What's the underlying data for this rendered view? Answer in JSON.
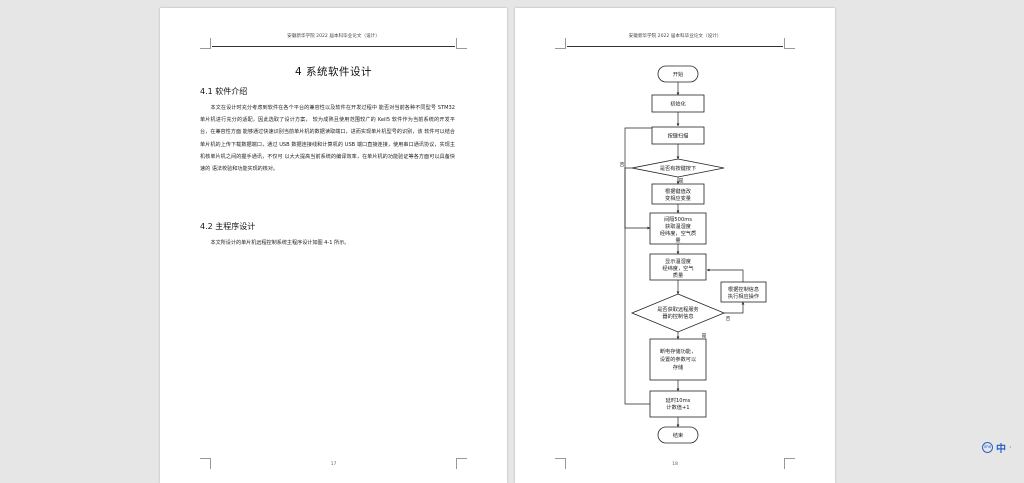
{
  "pages": [
    {
      "header": "安徽新华学院 2022 届本科毕业论文（设计）",
      "chapter_title": "4 系统软件设计",
      "sections": [
        {
          "title": "4.1 软件介绍",
          "lines": [
            "本文在设计时充分考虑到软件在各个平台的兼容性以及软件在开发过程中",
            "能否对当前各种不同型号 STM32 单片机进行充分的适配，因此选取了设计方案，",
            "较为成熟且使用范围较广的 Keil5 软件作为当前系统的开发平台，在兼容性方面",
            "能够通过快速识别当前单片机的数据读取端口，进而实现单片机型号的识别，该",
            "软件可以结合单片机的上传下载数据端口，通过 USB 数据连接线和计算机的 USB",
            "端口直接连接，使用串口通讯协议，实现主机核单片机之间的握手通讯，不仅可",
            "以大大提高当前系统的编译效率，在单片机的功能验证等各方面可以具备快速的",
            "语法校验和功能实现的核对。"
          ]
        },
        {
          "title": "4.2 主程序设计",
          "lines": [
            "本文所设计的单片机远程控制系统主程序设计如图 4-1 所示。"
          ]
        }
      ],
      "page_number": "17"
    },
    {
      "header": "安徽新华学院 2022 届本科毕业论文（设计）",
      "page_number": "18",
      "flowchart": {
        "start": "开始",
        "init": "初始化",
        "scan": "按键扫描",
        "key_decision": "是否有按键按下",
        "key_action": [
          "根据键值改",
          "变相应变量"
        ],
        "read_sensor": [
          "间隔500ms",
          "获取温湿度",
          "经纬度，空气质",
          "量"
        ],
        "display": [
          "显示温湿度",
          "经纬度，空气",
          "质量"
        ],
        "remote_decision": [
          "是否获取远程服务",
          "器的控制信息"
        ],
        "remote_action": [
          "根据控制信息",
          "执行相应操作"
        ],
        "save": [
          "断电存储功能，",
          "设置的参数可以",
          "存储"
        ],
        "delay": [
          "延时10ms",
          "计数值+1"
        ],
        "end": "结束",
        "yes": "是",
        "no": "否"
      }
    }
  ],
  "ime": {
    "icon": "ime-icon",
    "circle_text": "ime",
    "label": "中",
    "extra": "·"
  }
}
